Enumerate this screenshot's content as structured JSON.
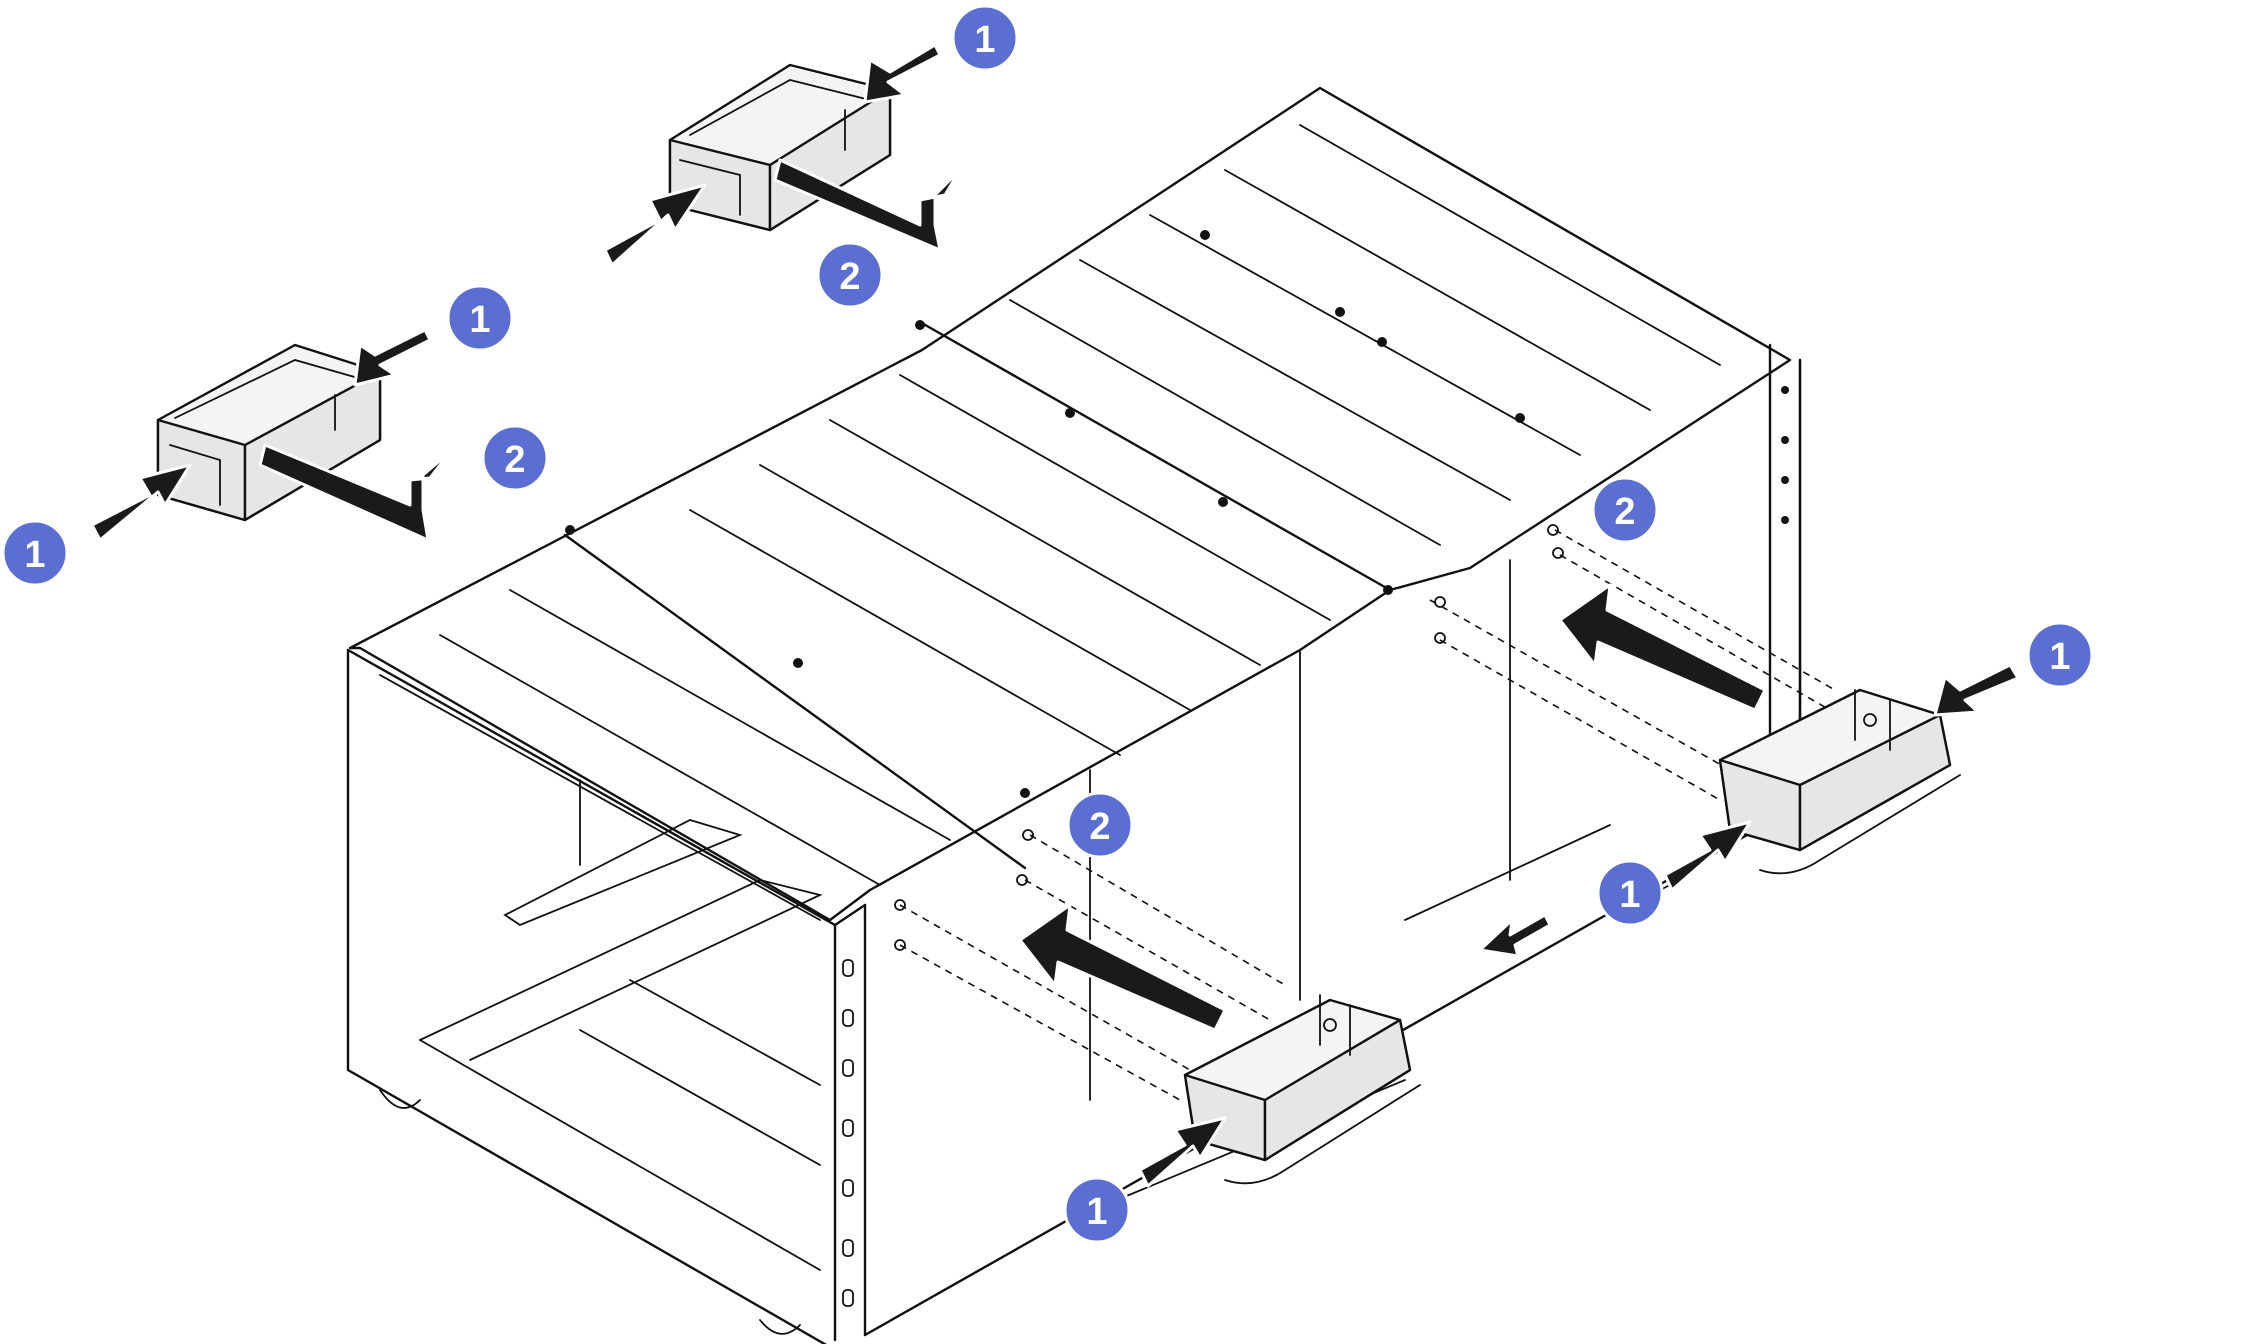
{
  "colors": {
    "callout_fill": "#5b6ed1",
    "callout_text": "#ffffff",
    "arrow": "#1a1a1a",
    "bracket_fill": "#e6e6e6",
    "line": "#111111"
  },
  "callouts": [
    {
      "id": "top-bracket-step-1",
      "label": "1"
    },
    {
      "id": "top-bracket-step-2",
      "label": "2"
    },
    {
      "id": "left-bracket-step-1-upper",
      "label": "1"
    },
    {
      "id": "left-bracket-step-1-lower",
      "label": "1"
    },
    {
      "id": "left-bracket-step-2",
      "label": "2"
    },
    {
      "id": "right-rear-step-2",
      "label": "2"
    },
    {
      "id": "right-rear-step-1-outer",
      "label": "1"
    },
    {
      "id": "right-rear-step-1-inner",
      "label": "1"
    },
    {
      "id": "front-step-2",
      "label": "2"
    },
    {
      "id": "front-step-1",
      "label": "1"
    }
  ]
}
